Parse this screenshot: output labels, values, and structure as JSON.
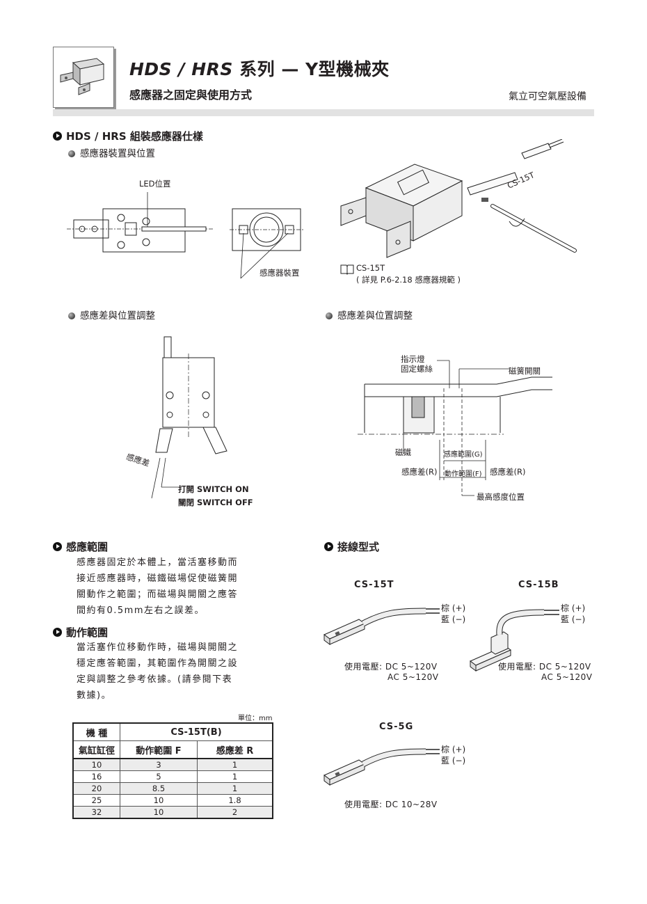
{
  "header": {
    "title_latin": "HDS / HRS",
    "title_cjk": " 系列 — Y型機械夾",
    "subtitle": "感應器之固定與使用方式",
    "company": "氣立可空氣壓設備"
  },
  "section_spec": {
    "heading": "HDS / HRS 組裝感應器仕樣",
    "mount_heading": "感應器裝置與位置",
    "led_label": "LED位置",
    "mount_label": "感應器裝置",
    "iso_label": "CS-15T",
    "ref_model": "CS-15T",
    "ref_note": "( 詳見 P.6-2.18 感應器規範 )",
    "left_diff_heading": "感應差與位置調整",
    "right_diff_heading": "感應差與位置調整",
    "diff_label": "感應差",
    "switch_on": "打開 SWITCH ON",
    "switch_off": "關閉 SWITCH OFF",
    "indicator": "指示燈",
    "fix_screw": "固定螺絲",
    "reed_switch": "磁簧開關",
    "magnet": "磁鐵",
    "sense_range": "感應範圍(G)",
    "diff_r_left": "感應差(R)",
    "act_range": "動作範圍(F)",
    "diff_r_right": "感應差(R)",
    "max_pos": "最高感度位置"
  },
  "section_range": {
    "heading": "感應範圍",
    "lines": [
      "感應器固定於本體上，當活塞移動而",
      "接近感應器時，磁鐵磁場促使磁簧開",
      "關動作之範圍；而磁場與開關之應答",
      "間約有0.5mm左右之誤差。"
    ]
  },
  "section_action": {
    "heading": "動作範圍",
    "lines": [
      "當活塞作位移動作時，磁場與開關之",
      "穩定應答範圍，其範圍作為開關之設",
      "定與調整之參考依據。(請參閱下表",
      "數據)。"
    ]
  },
  "table": {
    "unit": "單位：mm",
    "head1": [
      "機 種",
      "CS-15T(B)"
    ],
    "head2": [
      "氣缸缸徑",
      "動作範圍 F",
      "感應差 R"
    ],
    "rows": [
      [
        "10",
        "3",
        "1"
      ],
      [
        "16",
        "5",
        "1"
      ],
      [
        "20",
        "8.5",
        "1"
      ],
      [
        "25",
        "10",
        "1.8"
      ],
      [
        "32",
        "10",
        "2"
      ]
    ]
  },
  "section_wiring": {
    "heading": "接線型式",
    "cs15t": {
      "model": "CS-15T",
      "brown": "棕 (+)",
      "blue": "藍 (−)",
      "volt1": "使用電壓: DC 5~120V",
      "volt2": "AC 5~120V"
    },
    "cs15b": {
      "model": "CS-15B",
      "brown": "棕 (+)",
      "blue": "藍 (−)",
      "volt1": "使用電壓: DC 5~120V",
      "volt2": "AC 5~120V"
    },
    "cs5g": {
      "model": "CS-5G",
      "brown": "棕 (+)",
      "blue": "藍 (−)",
      "volt1": "使用電壓: DC 10~28V"
    }
  }
}
